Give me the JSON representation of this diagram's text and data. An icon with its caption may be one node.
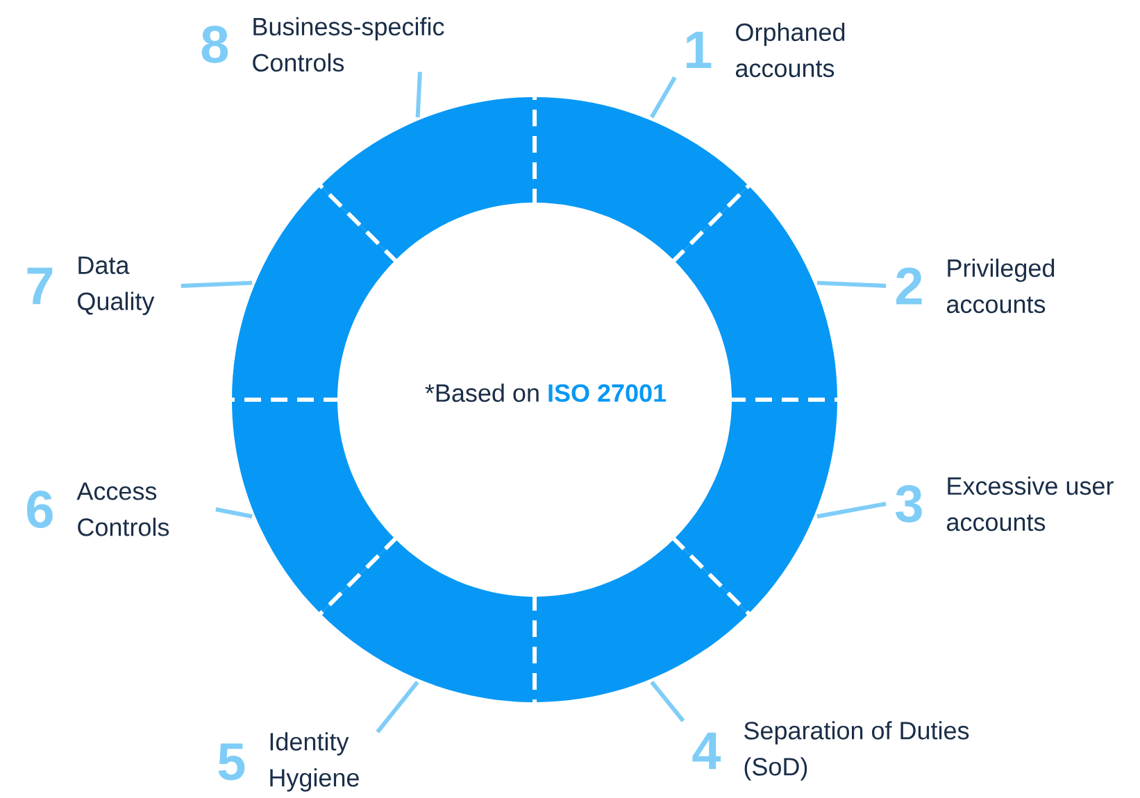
{
  "diagram": {
    "nodes": [
      {
        "text": [
          "1",
          "Orphaned accounts"
        ]
      },
      {
        "text": [
          "2",
          "Privileged accounts"
        ]
      },
      {
        "text": [
          "3",
          "Excessive user accounts"
        ]
      },
      {
        "text": [
          "4",
          "Separation of Duties (SoD)"
        ]
      },
      {
        "text": [
          "5",
          "Identity Hygiene"
        ]
      },
      {
        "text": [
          "6",
          "Access Controls"
        ]
      },
      {
        "text": [
          "7",
          "Data Quality"
        ]
      },
      {
        "text": [
          "8",
          "Business-specific Controls"
        ]
      },
      {
        "text": [],
        "shape": "segment"
      },
      {
        "text": [],
        "shape": "segment"
      },
      {
        "text": [],
        "shape": "segment"
      },
      {
        "text": [],
        "shape": "segment"
      },
      {
        "text": [],
        "shape": "segment"
      },
      {
        "text": [],
        "shape": "segment"
      },
      {
        "text": [],
        "shape": "segment"
      },
      {
        "text": [],
        "shape": "segment"
      }
    ],
    "edges": [
      {
        "from": 0,
        "to": 8,
        "arrow": "none"
      },
      {
        "from": 1,
        "to": 9,
        "arrow": "none"
      },
      {
        "from": 2,
        "to": 10,
        "arrow": "none"
      },
      {
        "from": 3,
        "to": 11,
        "arrow": "none"
      },
      {
        "from": 4,
        "to": 12,
        "arrow": "none"
      },
      {
        "from": 5,
        "to": 13,
        "arrow": "none"
      },
      {
        "from": 6,
        "to": 14,
        "arrow": "none"
      },
      {
        "from": 7,
        "to": 15,
        "arrow": "none"
      }
    ],
    "labels": [
      "*Based on **ISO 27001**"
    ]
  }
}
